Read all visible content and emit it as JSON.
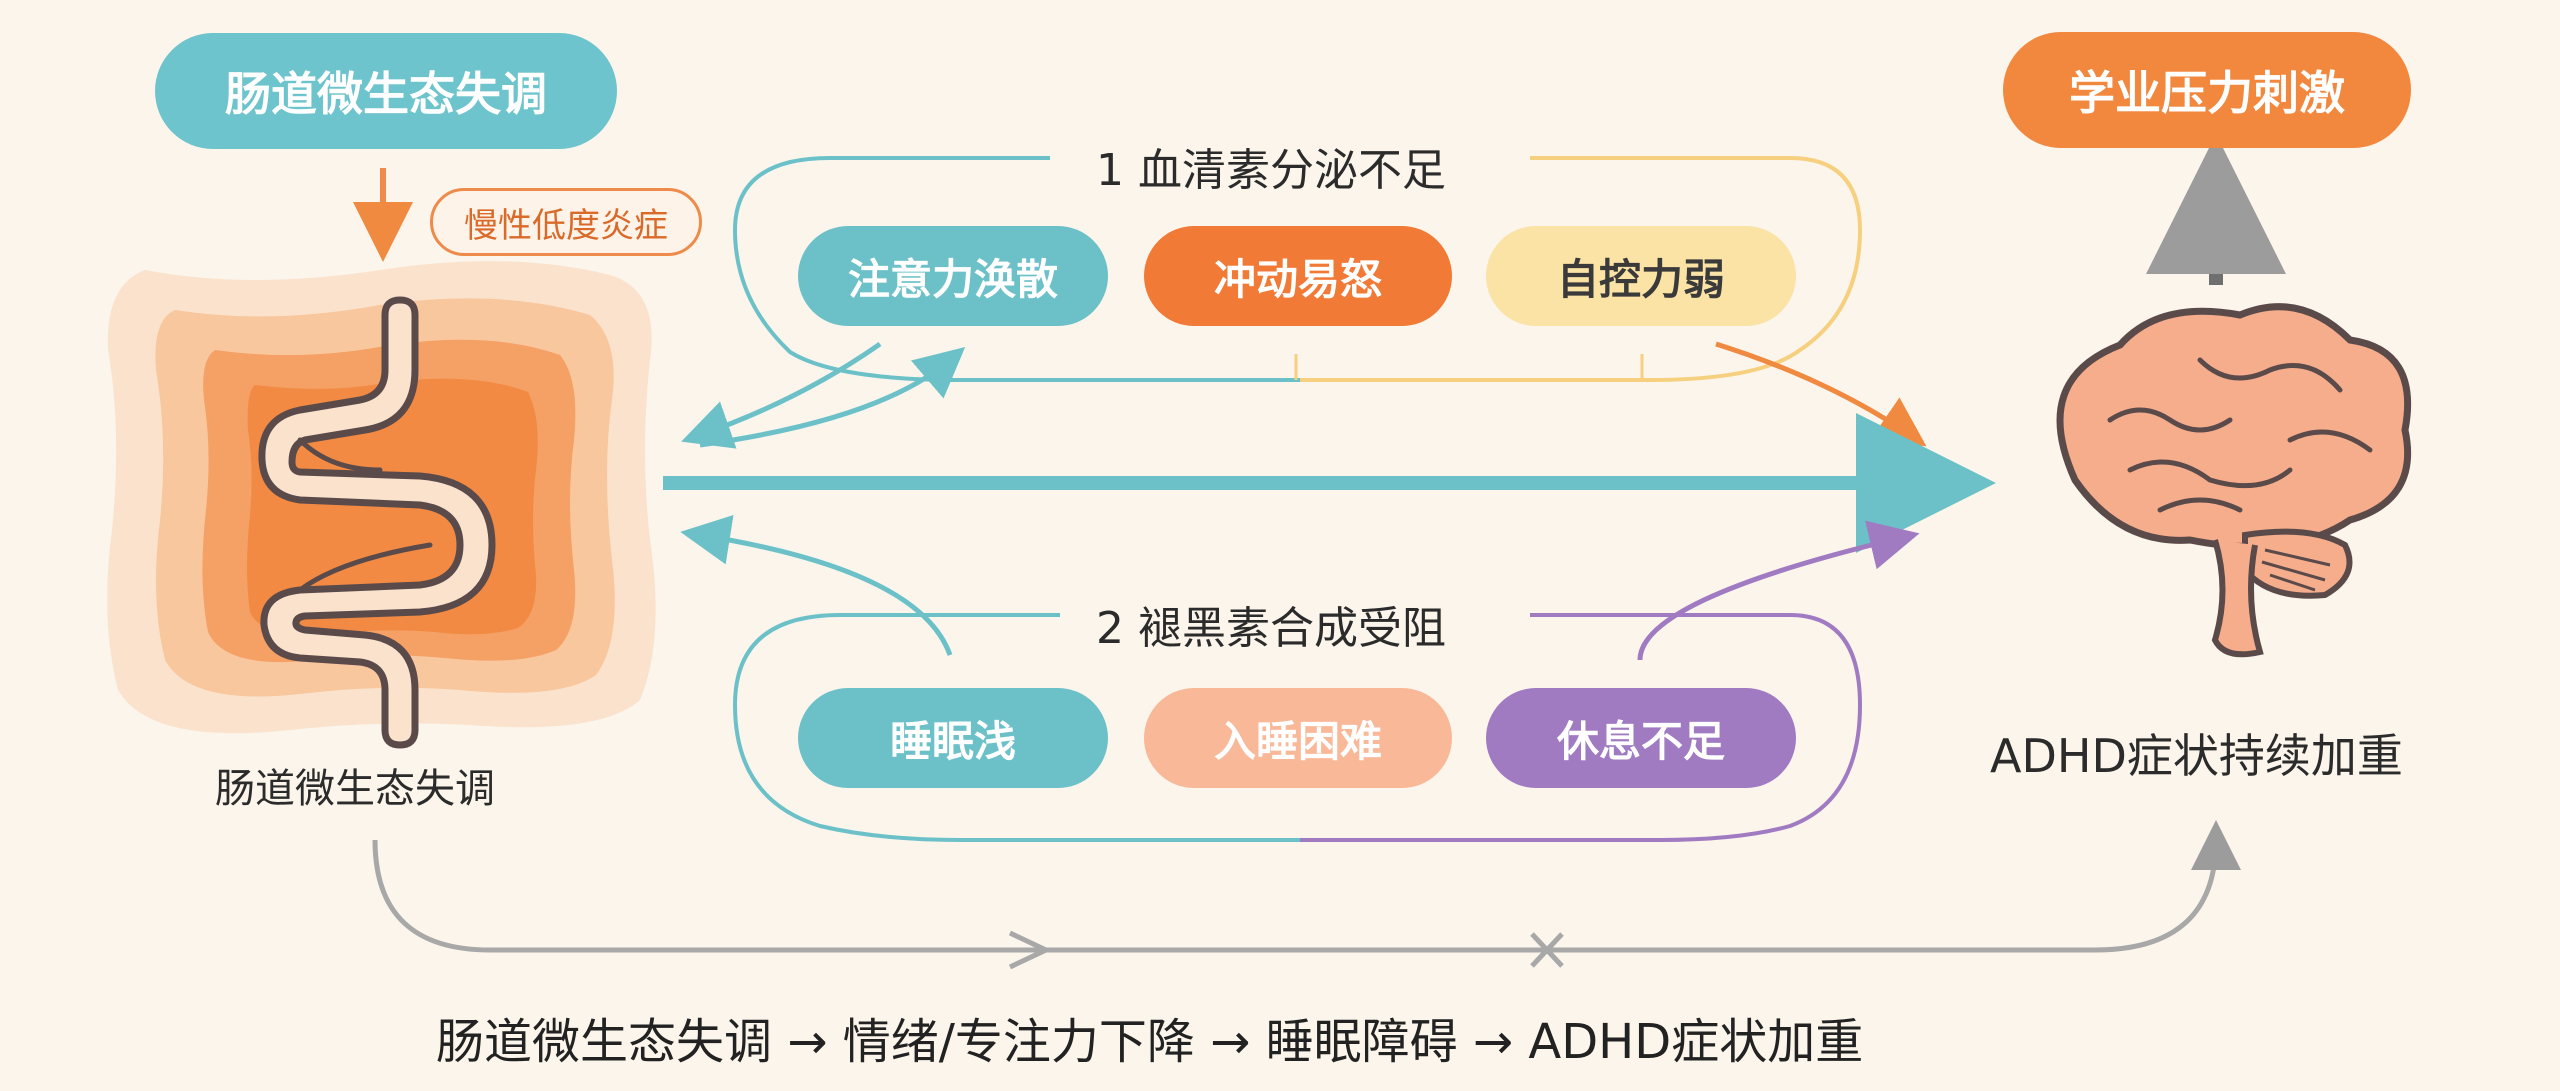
{
  "top_left_label": "肠道微生态失调",
  "inflammation_tag": "慢性低度炎症",
  "top_right_label": "学业压力刺激",
  "mechanism_1": {
    "title": "1 血清素分泌不足",
    "symptoms": [
      "注意力涣散",
      "冲动易怒",
      "自控力弱"
    ]
  },
  "mechanism_2": {
    "title": "2 褪黑素合成受阻",
    "symptoms": [
      "睡眠浅",
      "入睡困难",
      "休息不足"
    ]
  },
  "gut_caption": "肠道微生态失调",
  "brain_caption": "ADHD症状持续加重",
  "bottom_chain": "肠道微生态失调 → 情绪/专注力下降 → 睡眠障碍 → ADHD症状加重",
  "icons": [
    "intestine-icon",
    "brain-icon"
  ],
  "colors": {
    "teal": "#6cc1c9",
    "orange": "#f07a36",
    "yellow": "#fbe3a6",
    "peach": "#f9b898",
    "purple": "#a07bc2",
    "gray": "#9c9c9c",
    "background": "#fbf5ec"
  }
}
